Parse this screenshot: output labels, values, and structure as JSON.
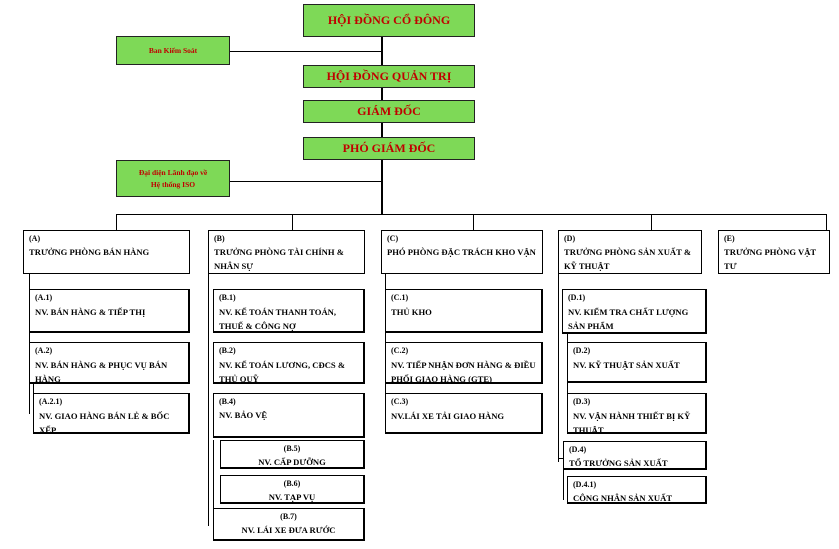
{
  "board": {
    "shareholders": "HỘI ĐỒNG CỔ ĐÔNG",
    "management": "HỘI ĐỒNG QUẢN TRỊ",
    "director": "GIÁM ĐỐC",
    "deputy": "PHÓ GIÁM ĐỐC",
    "control": "Ban Kiểm Soát",
    "iso_line1": "Đại diện Lãnh đạo về",
    "iso_line2": "Hệ thống ISO"
  },
  "departments": {
    "a": {
      "code": "(A)",
      "title": "TRƯỞNG PHÒNG BÁN HÀNG"
    },
    "b": {
      "code": "(B)",
      "title": "TRƯỞNG PHÒNG TÀI CHÍNH & NHÂN SỰ"
    },
    "c": {
      "code": "(C)",
      "title": "PHÓ PHÒNG ĐẶC TRÁCH KHO VẬN"
    },
    "d": {
      "code": "(D)",
      "title": "TRƯỞNG PHÒNG SẢN XUẤT & KỸ THUẬT"
    },
    "e": {
      "code": "(E)",
      "title": "TRƯỞNG PHÒNG VẬT TƯ"
    }
  },
  "staff": {
    "a1": {
      "code": "(A.1)",
      "title": "NV. BÁN HÀNG & TIẾP THỊ"
    },
    "a2": {
      "code": "(A.2)",
      "title": "NV. BÁN HÀNG & PHỤC VỤ BÁN HÀNG"
    },
    "a21": {
      "code": "(A.2.1)",
      "title": "NV. GIAO HÀNG BÁN LẺ & BỐC XẾP"
    },
    "b1": {
      "code": "(B.1)",
      "title": "NV. KẾ TOÁN THANH TOÁN, THUẾ & CÔNG NỢ"
    },
    "b2": {
      "code": "(B.2)",
      "title": "NV. KẾ TOÁN LƯƠNG, CĐCS & THỦ QUỸ"
    },
    "b4": {
      "code": "(B.4)",
      "title": "NV. BẢO VỆ"
    },
    "b5": {
      "code": "(B.5)",
      "title": "NV. CẤP DƯỠNG"
    },
    "b6": {
      "code": "(B.6)",
      "title": "NV. TẠP VỤ"
    },
    "b7": {
      "code": "(B.7)",
      "title": "NV. LÁI XE ĐƯA RƯỚC"
    },
    "c1": {
      "code": "(C.1)",
      "title": "THỦ KHO"
    },
    "c2": {
      "code": "(C.2)",
      "title": "NV. TIẾP NHẬN ĐƠN HÀNG & ĐIỀU PHỐI GIAO HÀNG (GTE)"
    },
    "c3": {
      "code": "(C.3)",
      "title": "NV.LÁI XE TẢI GIAO HÀNG"
    },
    "d1": {
      "code": "(D.1)",
      "title": "NV. KIỂM TRA CHẤT LƯỢNG SẢN PHẨM"
    },
    "d2": {
      "code": "(D.2)",
      "title": "NV. KỸ THUẬT SẢN XUẤT"
    },
    "d3": {
      "code": "(D.3)",
      "title": "NV. VẬN HÀNH THIẾT BỊ KỸ THUẬT"
    },
    "d4": {
      "code": "(D.4)",
      "title": "TỔ TRƯỞNG SẢN XUẤT"
    },
    "d41": {
      "code": "(D.4.1)",
      "title": "CÔNG NHÂN SẢN XUẤT"
    }
  }
}
